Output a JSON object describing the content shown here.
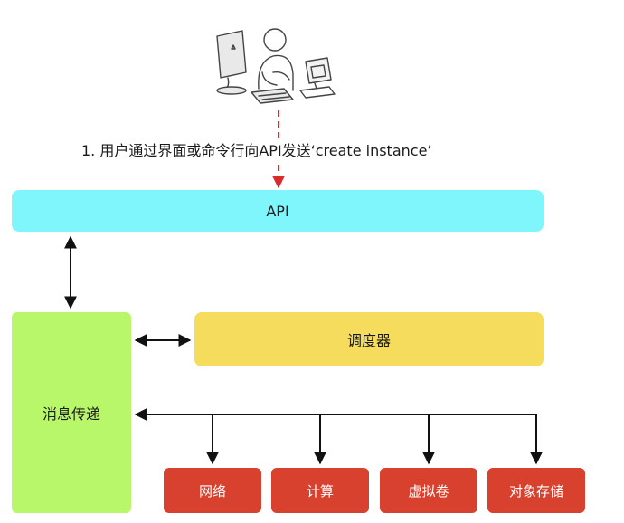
{
  "caption": "1. 用户通过界面或命令行向API发送‘create instance’",
  "api": {
    "label": "API",
    "color": "#7ff6fb"
  },
  "message_queue": {
    "label": "消息传递",
    "color": "#b9f76a"
  },
  "scheduler": {
    "label": "调度器",
    "color": "#f6dc5c"
  },
  "services": [
    {
      "label": "网络"
    },
    {
      "label": "计算"
    },
    {
      "label": "虚拟卷"
    },
    {
      "label": "对象存储"
    }
  ],
  "service_color": "#d9412f",
  "request_arrow_color": "#d92b2b",
  "icons": [
    "user-at-computer-icon"
  ]
}
